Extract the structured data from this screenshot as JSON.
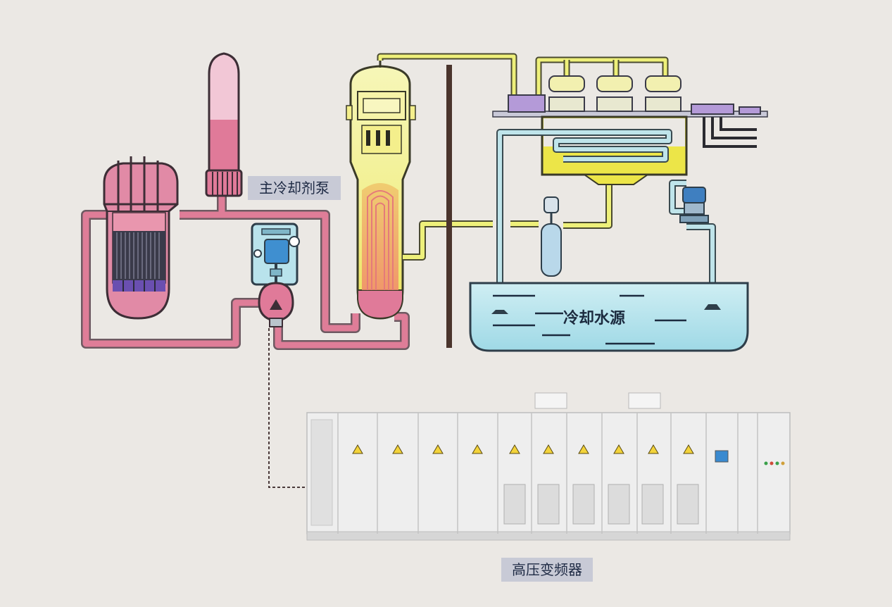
{
  "diagram": {
    "labels": {
      "pump": "主冷却剂泵",
      "cooling_water": "冷却水源",
      "vfd": "高压变频器"
    },
    "colors": {
      "primary_loop": "#df7d98",
      "secondary_loop": "#eef07a",
      "cooling_loop": "#bfe4ea",
      "water": "#a9dfea",
      "cabinet": "#eeeeee",
      "background": "#ebe8e4"
    },
    "components": [
      "reactor-vessel-icon",
      "pressurizer-icon",
      "reactor-coolant-pump-icon",
      "steam-generator-icon",
      "turbine-icon",
      "condenser-icon",
      "cooling-water-basin",
      "high-voltage-vfd-cabinet"
    ]
  }
}
